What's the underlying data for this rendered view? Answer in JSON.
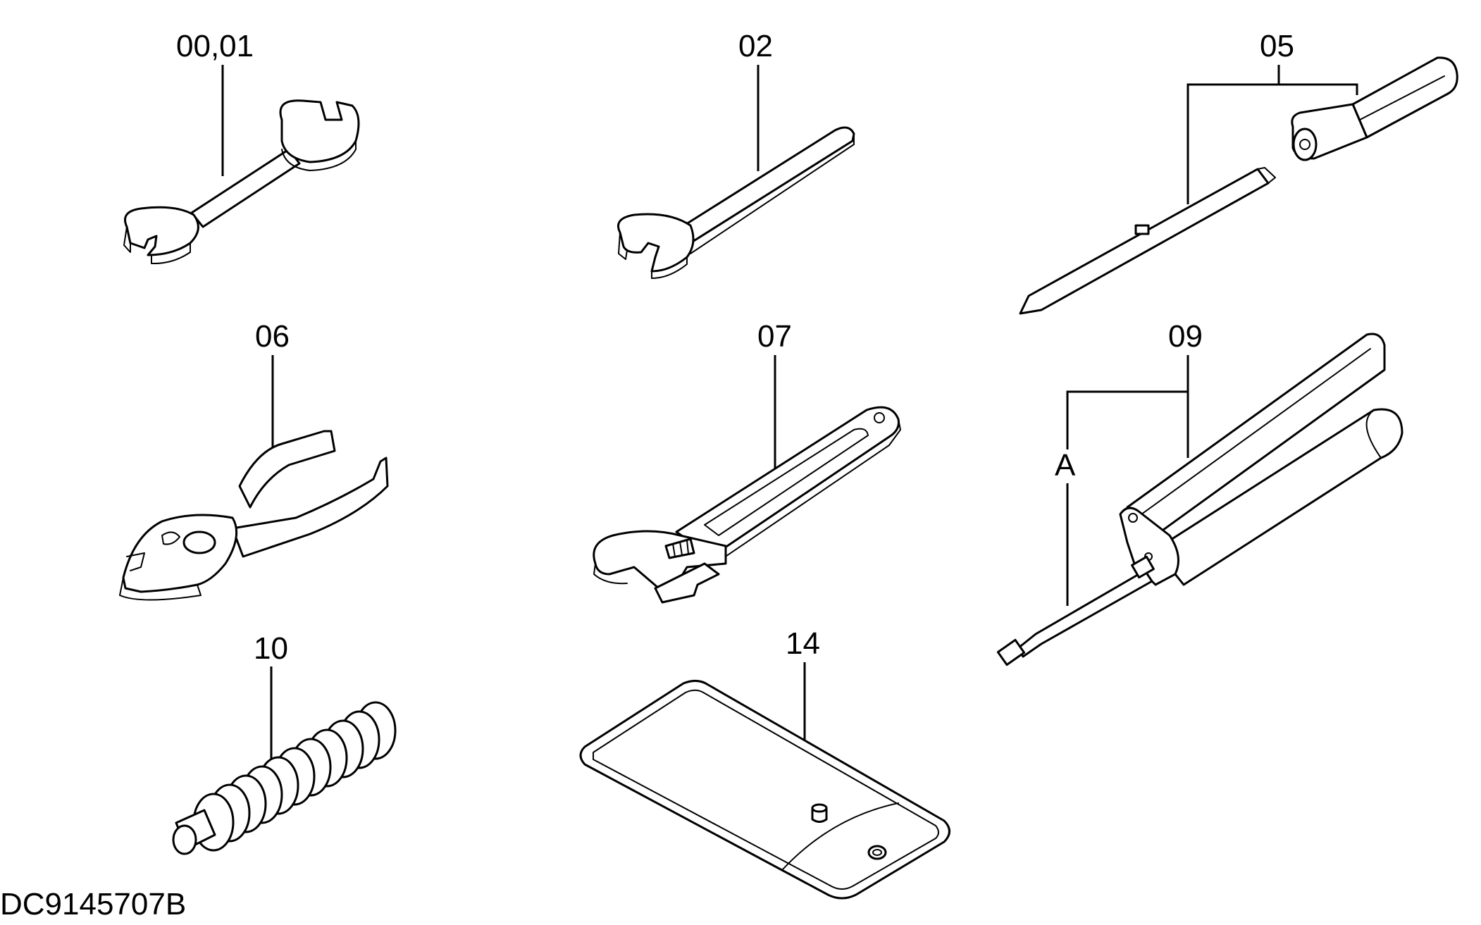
{
  "parts": [
    {
      "id": "open-end-wrench-double",
      "label": "00,01"
    },
    {
      "id": "open-end-wrench-single",
      "label": "02"
    },
    {
      "id": "screwdriver",
      "label": "05"
    },
    {
      "id": "pliers",
      "label": "06"
    },
    {
      "id": "adjustable-wrench",
      "label": "07"
    },
    {
      "id": "grease-gun",
      "label": "09",
      "sub_label": "A"
    },
    {
      "id": "rubber-boot",
      "label": "10"
    },
    {
      "id": "tool-bag",
      "label": "14"
    }
  ],
  "drawing_code": "DC9145707B"
}
